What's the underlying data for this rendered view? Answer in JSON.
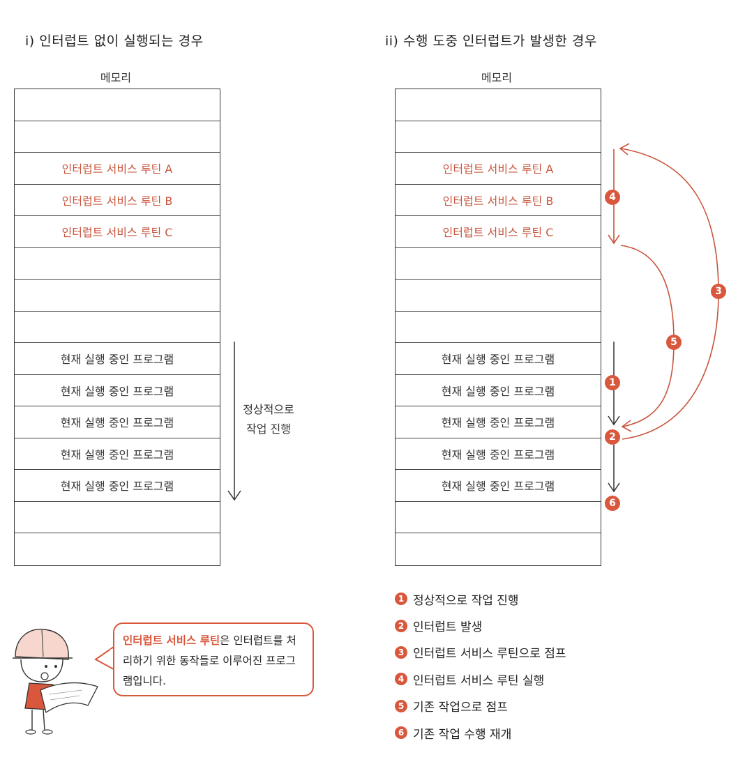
{
  "left": {
    "title": "i) 인터럽트 없이 실행되는 경우",
    "memory_label": "메모리",
    "rows": [
      "",
      "",
      "인터럽트 서비스 루틴 A",
      "인터럽트 서비스 루틴 B",
      "인터럽트 서비스 루틴 C",
      "",
      "",
      "",
      "현재 실행 중인 프로그램",
      "현재 실행 중인 프로그램",
      "현재 실행 중인 프로그램",
      "현재 실행 중인 프로그램",
      "현재 실행 중인 프로그램",
      "",
      ""
    ],
    "arrow_note_line1": "정상적으로",
    "arrow_note_line2": "작업 진행"
  },
  "right": {
    "title": "ii) 수행 도중 인터럽트가 발생한 경우",
    "memory_label": "메모리",
    "rows": [
      "",
      "",
      "인터럽트 서비스 루틴 A",
      "인터럽트 서비스 루틴 B",
      "인터럽트 서비스 루틴 C",
      "",
      "",
      "",
      "현재 실행 중인 프로그램",
      "현재 실행 중인 프로그램",
      "현재 실행 중인 프로그램",
      "현재 실행 중인 프로그램",
      "현재 실행 중인 프로그램",
      "",
      ""
    ],
    "badges": [
      "1",
      "2",
      "3",
      "4",
      "5",
      "6"
    ]
  },
  "legend": [
    {
      "num": "1",
      "text": "정상적으로 작업 진행"
    },
    {
      "num": "2",
      "text": "인터럽트 발생"
    },
    {
      "num": "3",
      "text": "인터럽트 서비스 루틴으로 점프"
    },
    {
      "num": "4",
      "text": "인터럽트 서비스 루틴 실행"
    },
    {
      "num": "5",
      "text": "기존 작업으로 점프"
    },
    {
      "num": "6",
      "text": "기존 작업 수행 재개"
    }
  ],
  "bubble": {
    "highlight": "인터럽트 서비스 루틴",
    "text_after": "은 인터럽트를 처리하기 위한 동작들로 이루어진 프로그램입니다."
  },
  "colors": {
    "accent": "#d9573c",
    "isr_text": "#c8553d",
    "line": "#333333"
  }
}
